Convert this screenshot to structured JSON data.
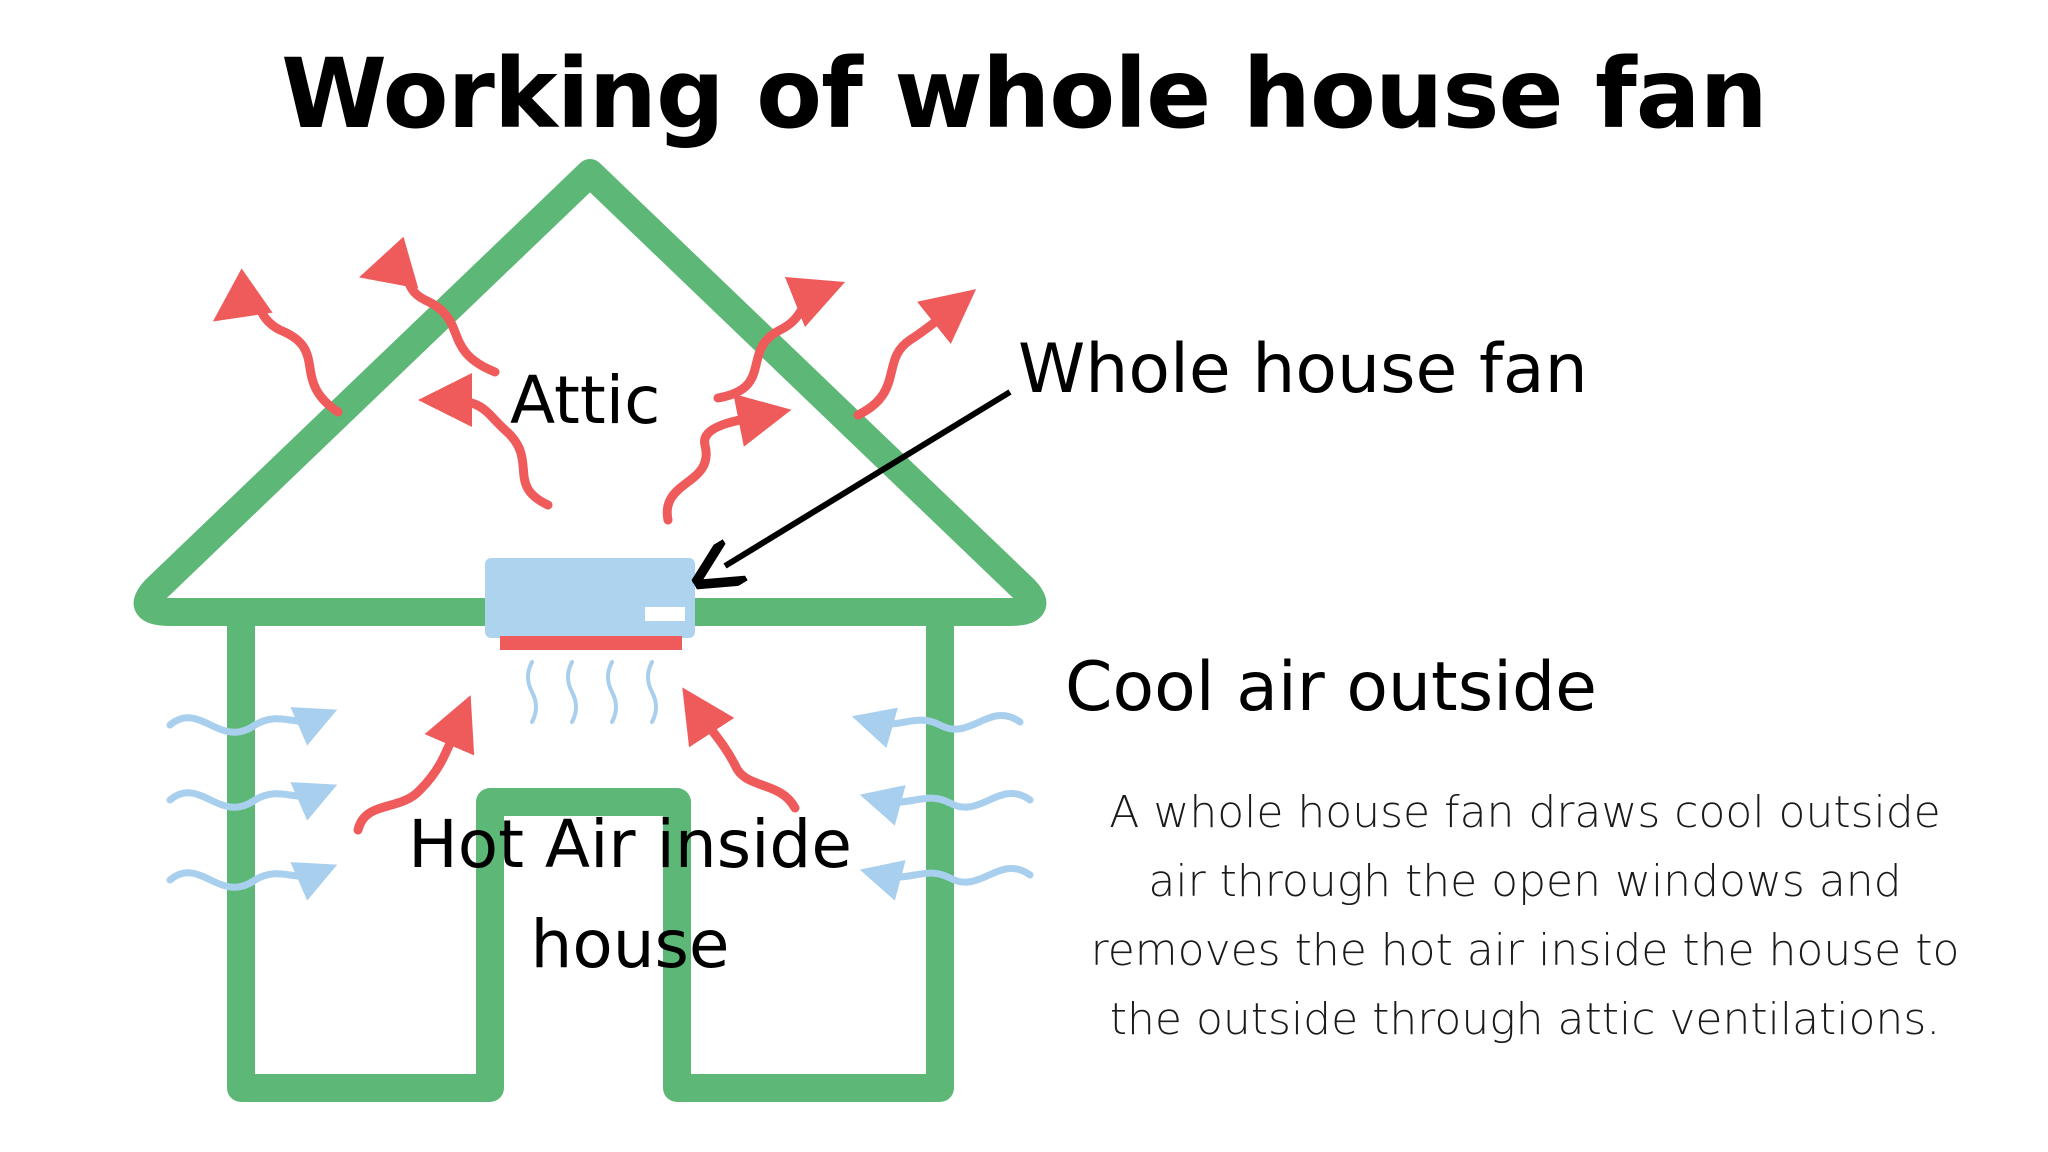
{
  "title": "Working of whole house fan",
  "labels": {
    "attic": "Attic",
    "whole_house_fan": "Whole house fan",
    "cool_air_outside": "Cool air outside",
    "hot_air_inside": "Hot Air inside house"
  },
  "description": "A whole house fan draws cool outside air through the open windows and removes the hot air inside the house to the outside through attic ventilations.",
  "colors": {
    "house_outline": "#5db877",
    "hot_air": "#ef5b5b",
    "cool_air": "#a9cfee",
    "fan_body": "#aed3ef",
    "fan_base": "#ef5b5b",
    "pointer_arrow": "#000000"
  },
  "icons": {
    "house": "house-outline-icon",
    "fan": "whole-house-fan-icon",
    "hot_air": "wavy-hot-air-arrow-icon",
    "cool_air": "wavy-cool-air-arrow-icon"
  }
}
